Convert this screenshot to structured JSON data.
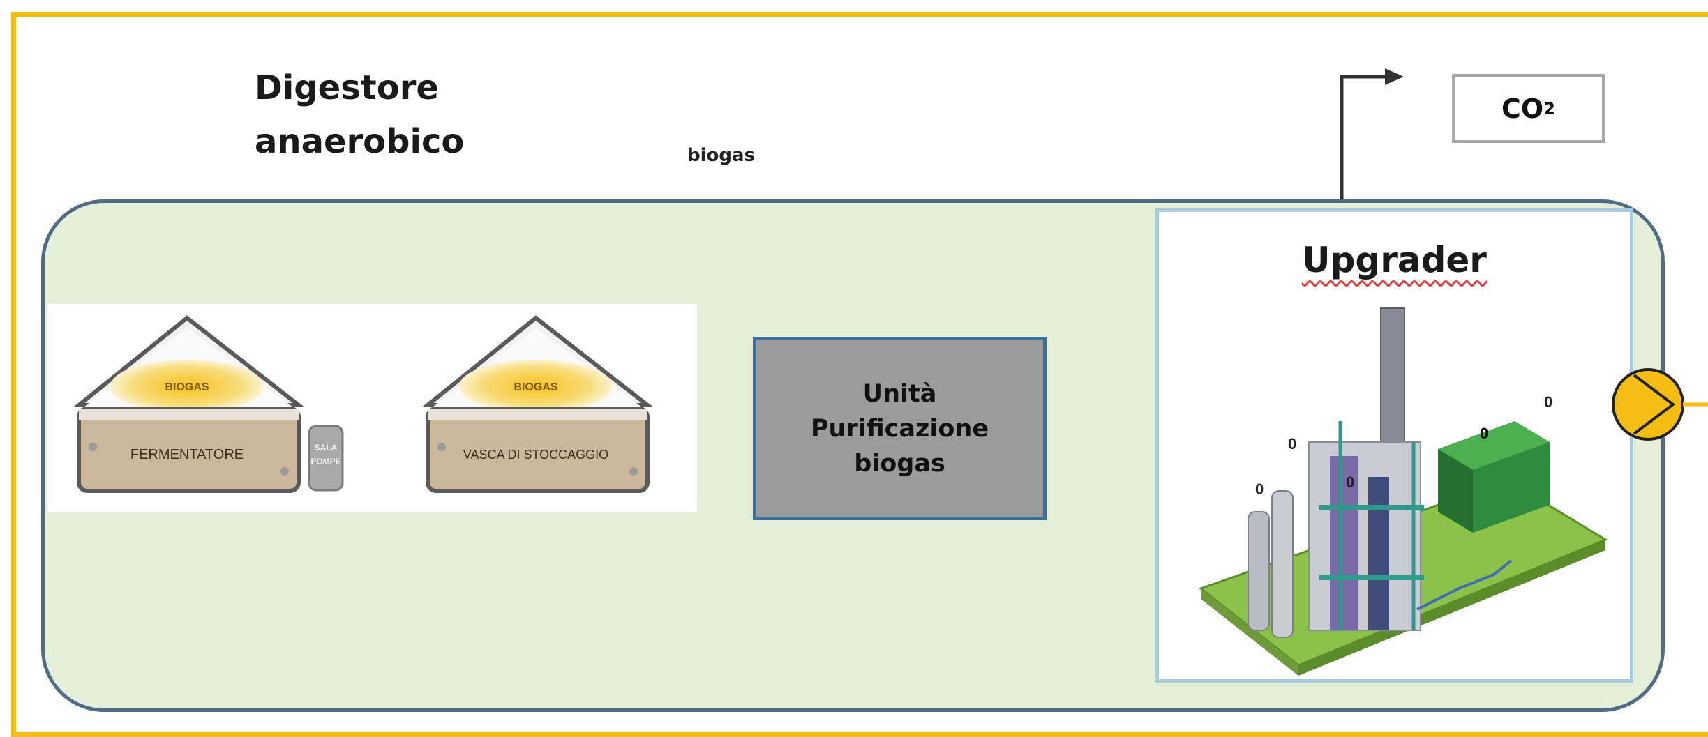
{
  "digester": {
    "title_line1": "Digestore",
    "title_line2": "anaerobico",
    "tank1_top": "BIOGAS",
    "tank1_label": "FERMENTATORE",
    "pump_line1": "SALA",
    "pump_line2": "POMPE",
    "tank2_top": "BIOGAS",
    "tank2_label": "VASCA DI STOCCAGGIO"
  },
  "flow_label": "biogas",
  "co2": {
    "main": "CO",
    "sub": "2"
  },
  "purification": {
    "line1": "Unità",
    "line2": "Purificazione",
    "line3": "biogas"
  },
  "upgrader": {
    "title": "Upgrader",
    "tag1": "0",
    "tag2": "0",
    "tag3": "0",
    "tag4": "0",
    "tag5": "0"
  },
  "colors": {
    "frame": "#f5bd12",
    "panel_fill": "#e3efd8",
    "panel_border": "#4f6b86",
    "purif_fill": "#9b9b9b",
    "purif_border": "#3a6ea0",
    "upgrader_border": "#a9cbe1",
    "pump": "#f5bd12"
  },
  "icons": [
    "arrow-up-right-icon",
    "pump-icon"
  ]
}
